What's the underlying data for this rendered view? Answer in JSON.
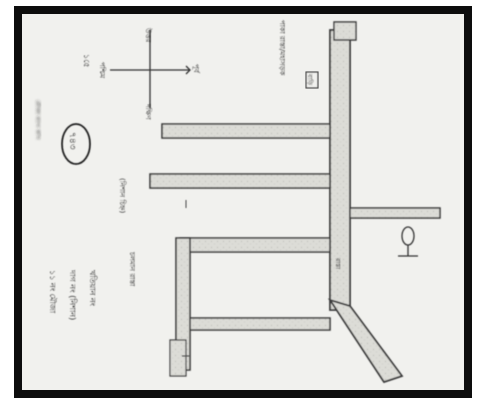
{
  "document": {
    "type": "hand-drawn map sketch (scanned, rotated 90°)",
    "colors": {
      "paper": "#ececea",
      "border": "#111111",
      "road_fill": "#dcdcd8",
      "ink": "#2c2c2c"
    },
    "labels": {
      "circled_number": "৭৪৩",
      "scale": "১৫ে",
      "north_arrow_north": "উত্তর",
      "north_arrow_west": "পশ্চিম",
      "north_arrow_east": "পূর্ব",
      "north_arrow_south": "দক্ষিণ",
      "note_block_line1": "১১ নং মৌজা",
      "note_block_line2": "দাগ নং (নিশান)",
      "note_block_line3": "খতিয়ান নং",
      "note_block_line4": "(নিশান চিহ্ন)",
      "top_right_vertical": "পাকা রাস্তা/মহাসড়ক",
      "top_right_box": "বাড়ি",
      "road_label_middle": "রাস্তা",
      "bottom_vertical": "চলমান রাস্তা",
      "left_edge_text": "মৌজা ম্যাপ কপি"
    },
    "icons": [
      "north-arrow-icon",
      "small-house-icon",
      "well-icon",
      "circled-label-icon"
    ]
  }
}
